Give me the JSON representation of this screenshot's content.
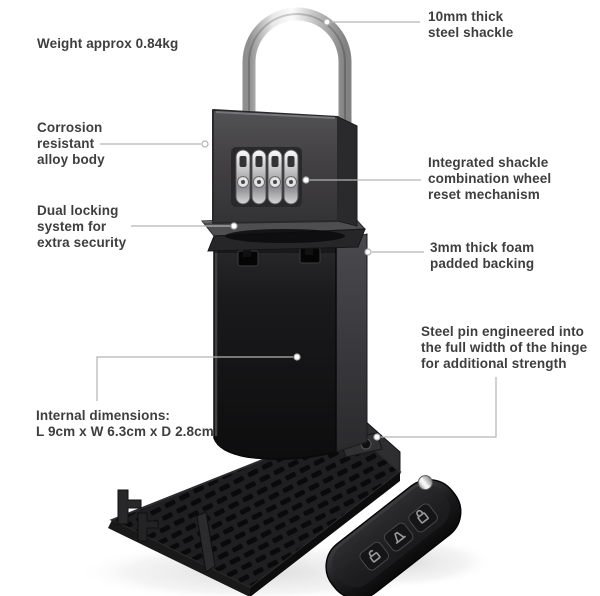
{
  "colors": {
    "background": "#ffffff",
    "label_text": "#3e3e3e",
    "leader_line": "#b3b3b3",
    "lock_body_gray": "#403f41",
    "compartment_interior": "#141416",
    "shackle_chrome": "#d9d9d9"
  },
  "labels": {
    "weight": "Weight approx 0.84kg",
    "shackle": "10mm thick\nsteel shackle",
    "corrosion": "Corrosion\nresistant\nalloy body",
    "dual_locking": "Dual locking\nsystem for\nextra security",
    "reset_mechanism": "Integrated shackle\ncombination wheel\nreset mechanism",
    "foam_backing": "3mm thick foam\npadded backing",
    "steel_pin": "Steel pin engineered into\nthe full width of the hinge\nfor additional strength",
    "internal_dimensions": "Internal dimensions:\nL 9cm x W 6.3cm x D 2.8cm"
  },
  "key_fob": {
    "button_icons": [
      "lock-closed-icon",
      "trunk-release-icon",
      "lock-open-icon"
    ]
  }
}
